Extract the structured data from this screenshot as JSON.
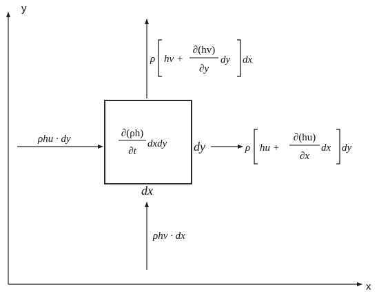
{
  "axes": {
    "x_label": "x",
    "y_label": "y"
  },
  "element": {
    "center_numerator": "∂(ρh)",
    "center_denominator": "∂t",
    "center_factor": "dxdy",
    "right_side": "dy",
    "bottom_side": "dx"
  },
  "fluxes": {
    "left_in": "ρhu · dy",
    "bottom_in": "ρhv · dx",
    "right_out": {
      "prefix": "ρ",
      "term": "hu +",
      "numerator": "∂(hu)",
      "denominator": "∂x",
      "inner_factor": "dx",
      "outer_factor": "dy"
    },
    "top_out": {
      "prefix": "ρ",
      "term": "hv +",
      "numerator": "∂(hv)",
      "denominator": "∂y",
      "inner_factor": "dy",
      "outer_factor": "dx"
    }
  },
  "colors": {
    "lines": "#222222",
    "text": "#111111",
    "background": "#ffffff"
  }
}
